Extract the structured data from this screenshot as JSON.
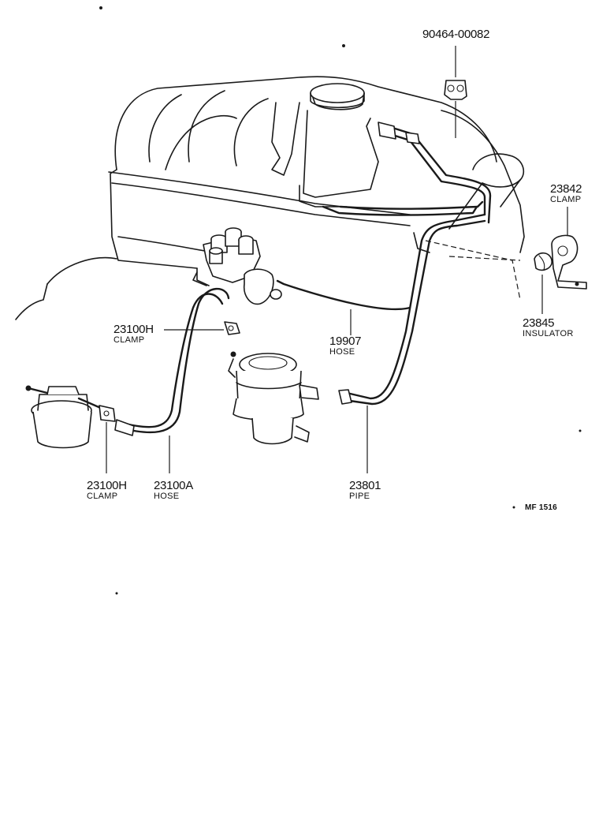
{
  "parts": [
    {
      "id": "p90464",
      "number": "90464-00082",
      "description": ""
    },
    {
      "id": "p23842",
      "number": "23842",
      "description": "CLAMP"
    },
    {
      "id": "p23845",
      "number": "23845",
      "description": "INSULATOR"
    },
    {
      "id": "p23100h_top",
      "number": "23100H",
      "description": "CLAMP"
    },
    {
      "id": "p19907",
      "number": "19907",
      "description": "HOSE"
    },
    {
      "id": "p23100h_bottom",
      "number": "23100H",
      "description": "CLAMP"
    },
    {
      "id": "p23100a",
      "number": "23100A",
      "description": "HOSE"
    },
    {
      "id": "p23801",
      "number": "23801",
      "description": "PIPE"
    }
  ],
  "figure_code": "MF 1516"
}
